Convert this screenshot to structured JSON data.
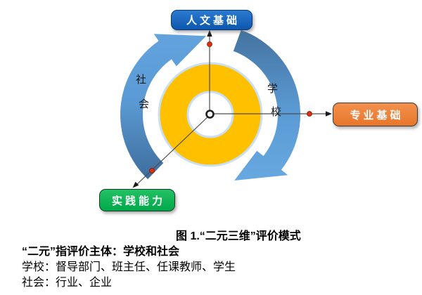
{
  "figure": {
    "nodes": [
      {
        "id": "humanities-foundation",
        "label": "人文基础",
        "color": "#1262BE",
        "position": "top"
      },
      {
        "id": "professional-foundation",
        "label": "专业基础",
        "color": "#ED7D31",
        "position": "right"
      },
      {
        "id": "practical-ability",
        "label": "实践能力",
        "color": "#00B050",
        "position": "bottom-left"
      }
    ],
    "ring_labels": {
      "left": {
        "word": "社会",
        "chars": [
          "社",
          "会"
        ]
      },
      "right": {
        "word": "学校",
        "chars": [
          "学",
          "校"
        ]
      }
    },
    "colors": {
      "donut": "#FFC000",
      "donut_rim": "#CBDFF2",
      "arc_light": "#5B9BD5",
      "arc_dark": "#41719C",
      "axis": "#4D4D4D",
      "marker_red": "#E32D12"
    }
  },
  "caption": {
    "text": "图 1.“二元三维”评价模式"
  },
  "notes": [
    {
      "text": "“二元”指评价主体：学校和社会"
    },
    {
      "text": "学校：督导部门、班主任、任课教师、学生"
    },
    {
      "text": "社会：行业、企业"
    }
  ]
}
